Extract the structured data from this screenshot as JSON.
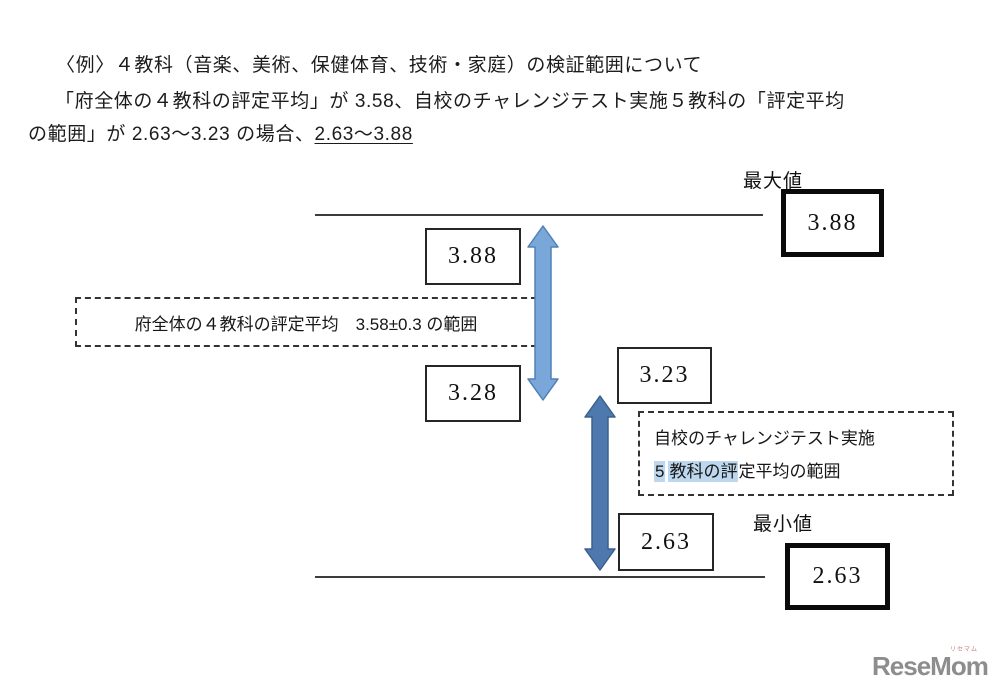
{
  "header": {
    "line1": "〈例〉４教科（音楽、美術、保健体育、技術・家庭）の検証範囲について",
    "line2": "「府全体の４教科の評定平均」が 3.58、自校のチャレンジテスト実施５教科の「評定平均",
    "line3_prefix": "の範囲」が 2.63～3.23 の場合、",
    "line3_underline": "2.63～3.88"
  },
  "diagram": {
    "max_label": "最大値",
    "max_value": "3.88",
    "min_label": "最小値",
    "min_value": "2.63",
    "pref_upper_value": "3.88",
    "pref_lower_value": "3.28",
    "school_upper_value": "3.23",
    "school_lower_value": "2.63",
    "pref_range_label": "府全体の４教科の評定平均　3.58±0.3 の範囲",
    "school_range_line1": "自校のチャレンジテスト実施",
    "school_range_hl1": "5",
    "school_range_hl2": "教科の評",
    "school_range_rest": "定平均の範囲",
    "colors": {
      "arrow_upper_fill": "#7AA7DA",
      "arrow_upper_stroke": "#5080B5",
      "arrow_lower_fill": "#4D79AE",
      "arrow_lower_stroke": "#3C608E",
      "highlight": "#BDD7EE"
    }
  },
  "logo": {
    "text": "ReseMom.",
    "furigana": "リセマム"
  }
}
